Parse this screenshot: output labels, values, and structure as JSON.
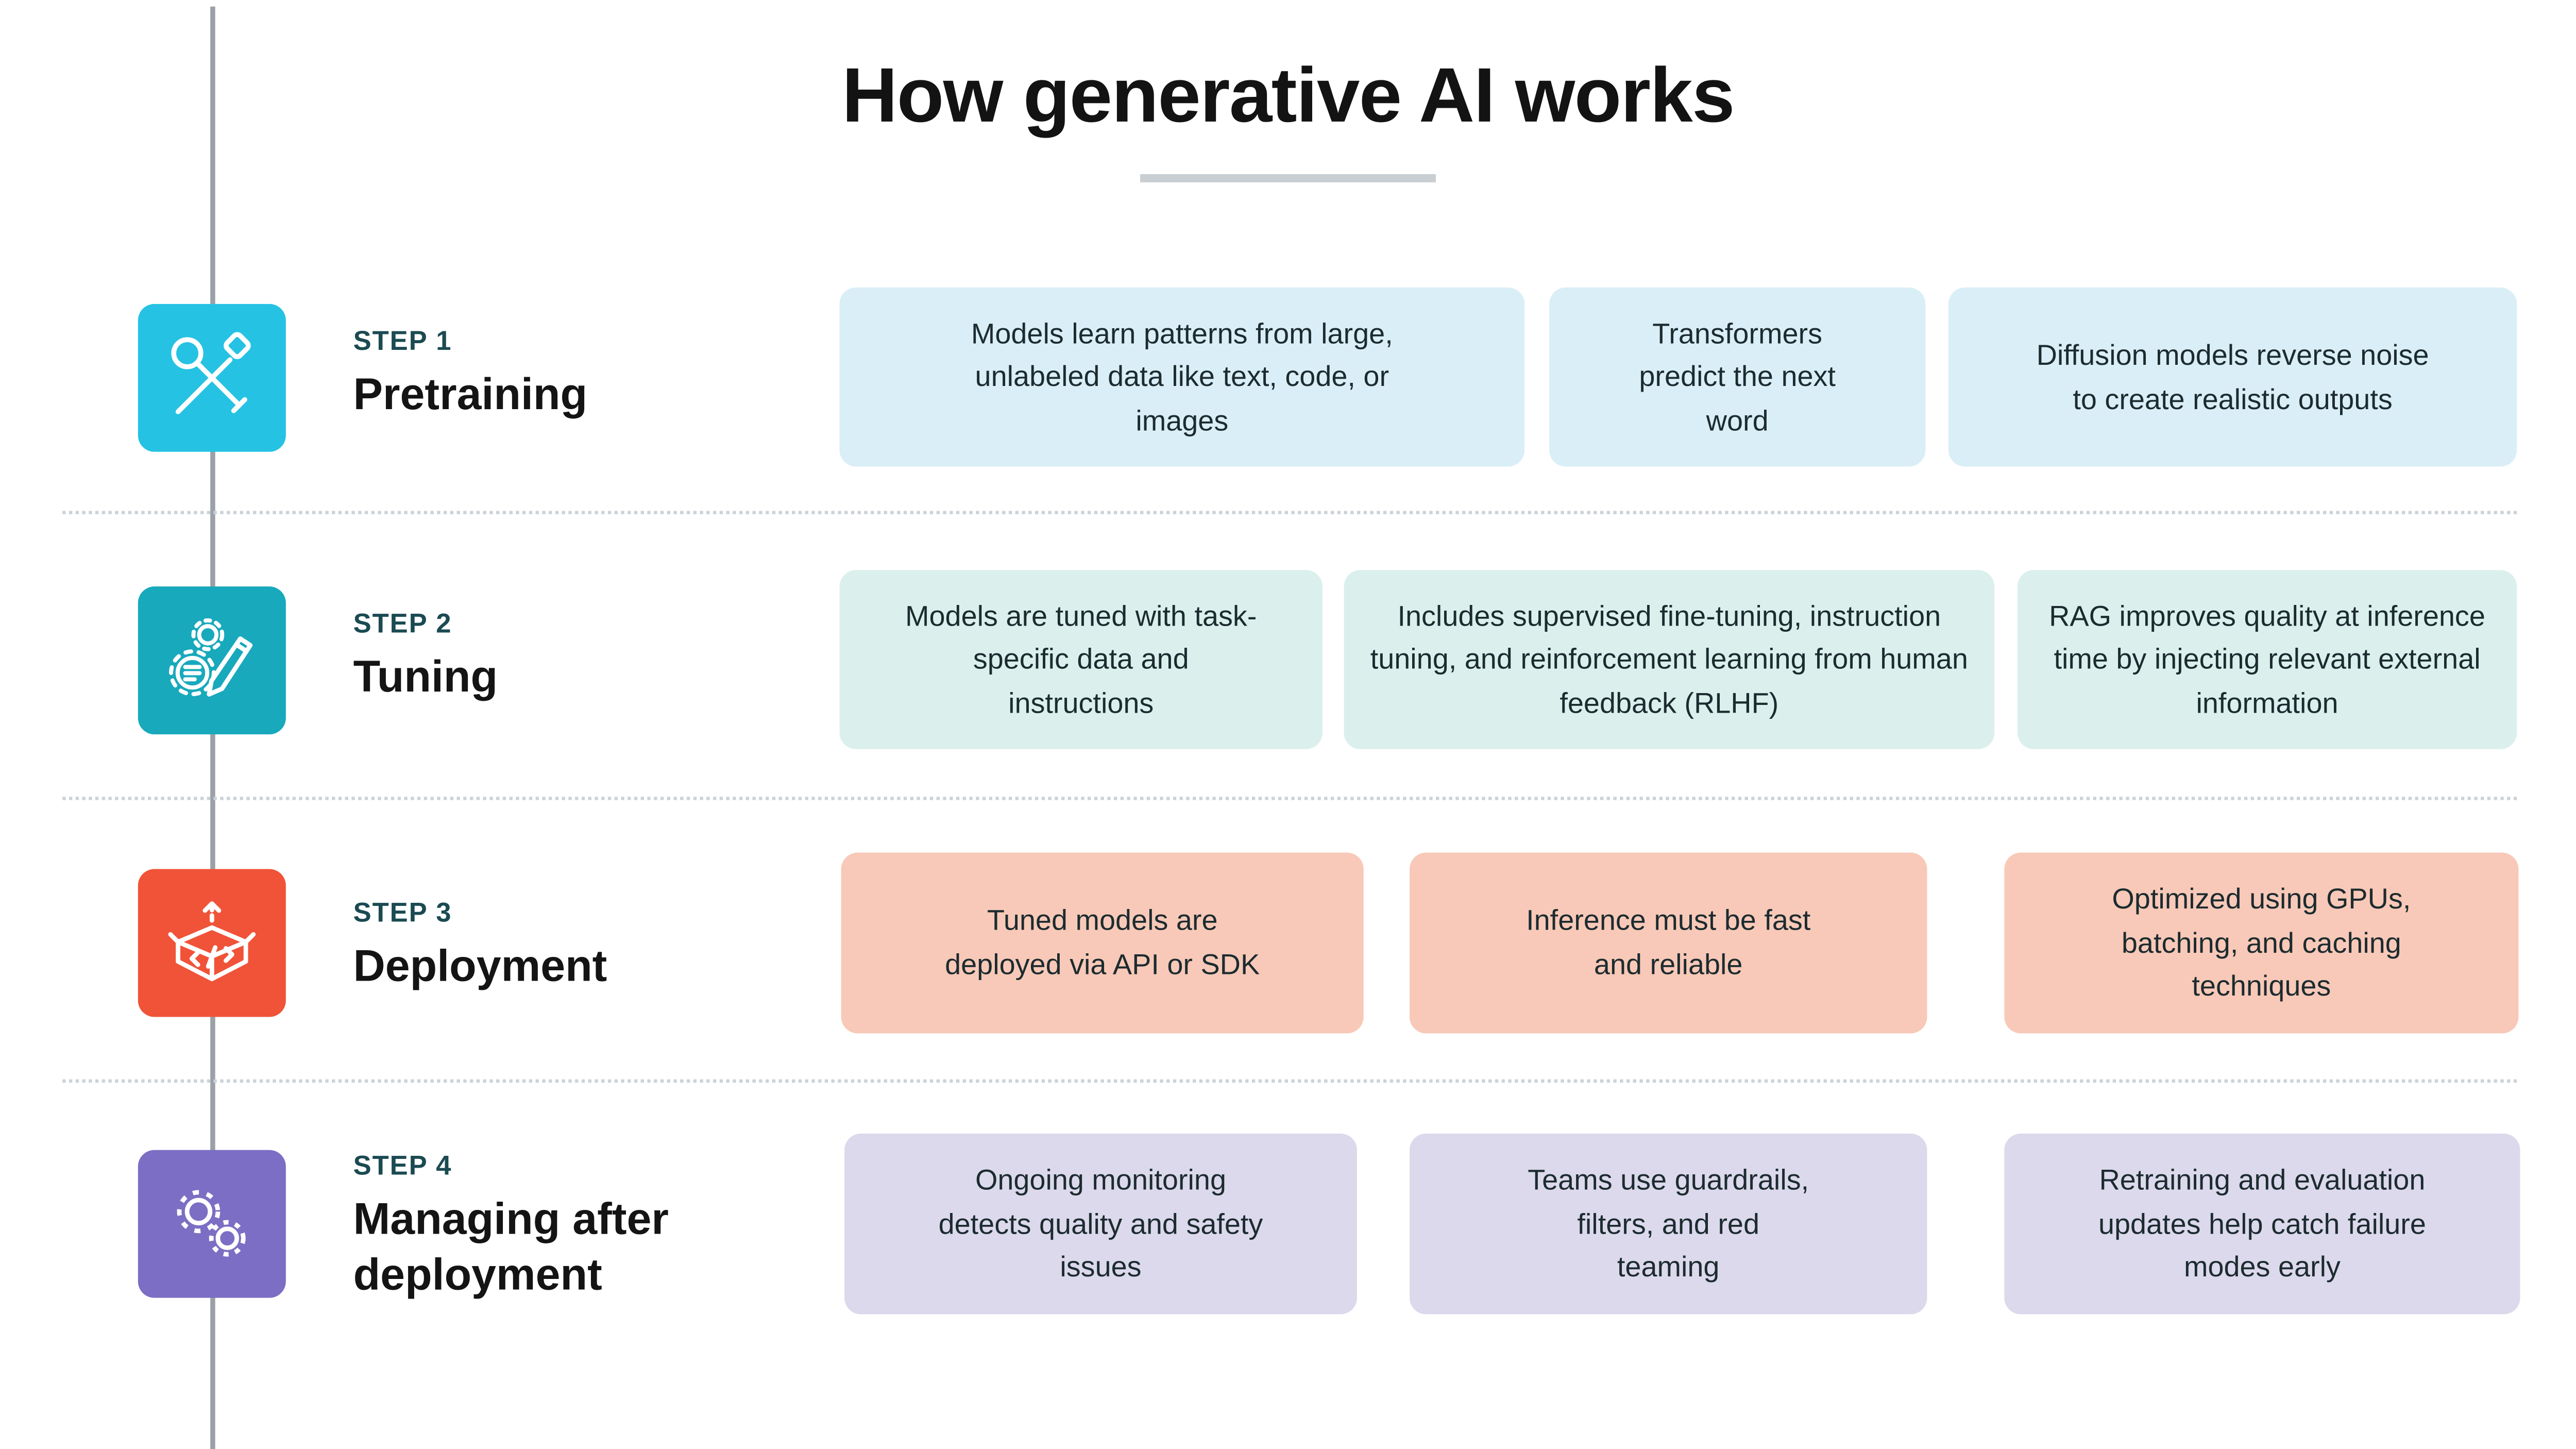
{
  "title": "How generative AI works",
  "steps": [
    {
      "step_label": "STEP 1",
      "title": "Pretraining",
      "icon": "tools-icon",
      "icon_color": "#25C2E3",
      "card_color": "#DAEEF7",
      "cards": [
        "Models learn patterns from large, unlabeled data like text, code, or images",
        "Transformers predict the next word",
        "Diffusion models reverse noise to create realistic outputs"
      ]
    },
    {
      "step_label": "STEP 2",
      "title": "Tuning",
      "icon": "gears-pencil-icon",
      "icon_color": "#18A9BC",
      "card_color": "#DBF0EC",
      "cards": [
        "Models are tuned with task-specific data and instructions",
        "Includes supervised fine-tuning, instruction tuning, and reinforcement learning from human feedback (RLHF)",
        "RAG improves quality at inference time by injecting relevant external information"
      ]
    },
    {
      "step_label": "STEP 3",
      "title": "Deployment",
      "icon": "deployment-box-icon",
      "icon_color": "#F05338",
      "card_color": "#F8C9B8",
      "cards": [
        "Tuned models are deployed via API or SDK",
        "Inference must be fast and reliable",
        "Optimized using GPUs, batching, and caching techniques"
      ]
    },
    {
      "step_label": "STEP 4",
      "title": "Managing after deployment",
      "icon": "gears-icon",
      "icon_color": "#7C6EC4",
      "card_color": "#DCD9EC",
      "cards": [
        "Ongoing monitoring detects quality and safety issues",
        "Teams use guardrails, filters, and red teaming",
        "Retraining and evaluation updates help catch failure modes early"
      ]
    }
  ]
}
